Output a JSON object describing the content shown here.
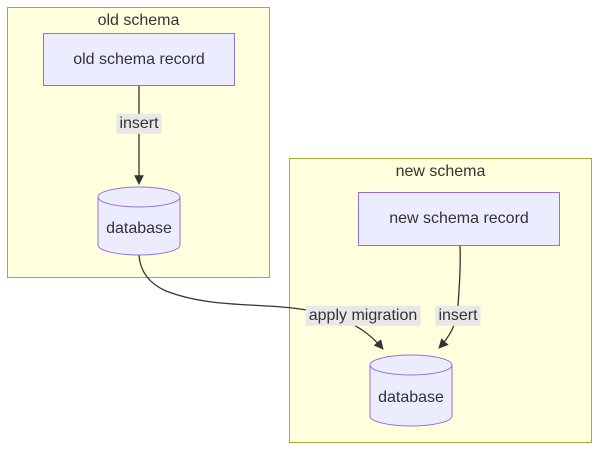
{
  "diagram_type": "flowchart",
  "clusters": {
    "old": {
      "title": "old schema"
    },
    "new": {
      "title": "new schema"
    }
  },
  "nodes": {
    "old_record": {
      "label": "old schema record"
    },
    "old_db": {
      "label": "database"
    },
    "new_record": {
      "label": "new schema record"
    },
    "new_db": {
      "label": "database"
    }
  },
  "edges": {
    "old_insert": {
      "from": "old schema record",
      "to": "database",
      "label": "insert"
    },
    "apply_migration": {
      "from": "database",
      "to": "database",
      "label": "apply migration"
    },
    "new_insert": {
      "from": "new schema record",
      "to": "database",
      "label": "insert"
    }
  },
  "colors": {
    "cluster_fill": "#ffffde",
    "cluster_border": "#aaaa33",
    "node_fill": "#ececff",
    "node_border": "#9370db",
    "edge_color": "#333333",
    "label_bg": "#e8e8e8",
    "text_color": "#333333",
    "canvas_bg": "#ffffff"
  }
}
